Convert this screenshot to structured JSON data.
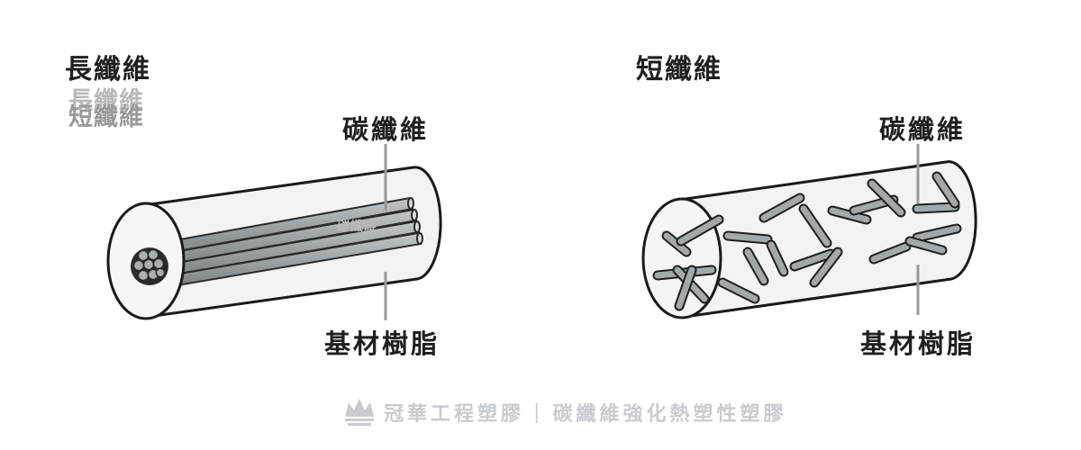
{
  "long_fiber": {
    "title": "長纖維",
    "fiber_label": "碳纖維",
    "matrix_label": "基材樹脂"
  },
  "short_fiber": {
    "title": "短纖維",
    "fiber_label": "碳纖維",
    "matrix_label": "基材樹脂"
  },
  "ghost_text": {
    "line1": "長纖維",
    "line2": "短纖維"
  },
  "watermark": {
    "company": "冠華工程塑膠",
    "separator": "|",
    "tagline": "碳纖維強化熱塑性塑膠"
  },
  "colors": {
    "cylinder_fill": "#f2f2f2",
    "outline": "#1a1a1a",
    "fiber_fill": "#9ea3a6",
    "watermark": "#c8ccd1"
  }
}
